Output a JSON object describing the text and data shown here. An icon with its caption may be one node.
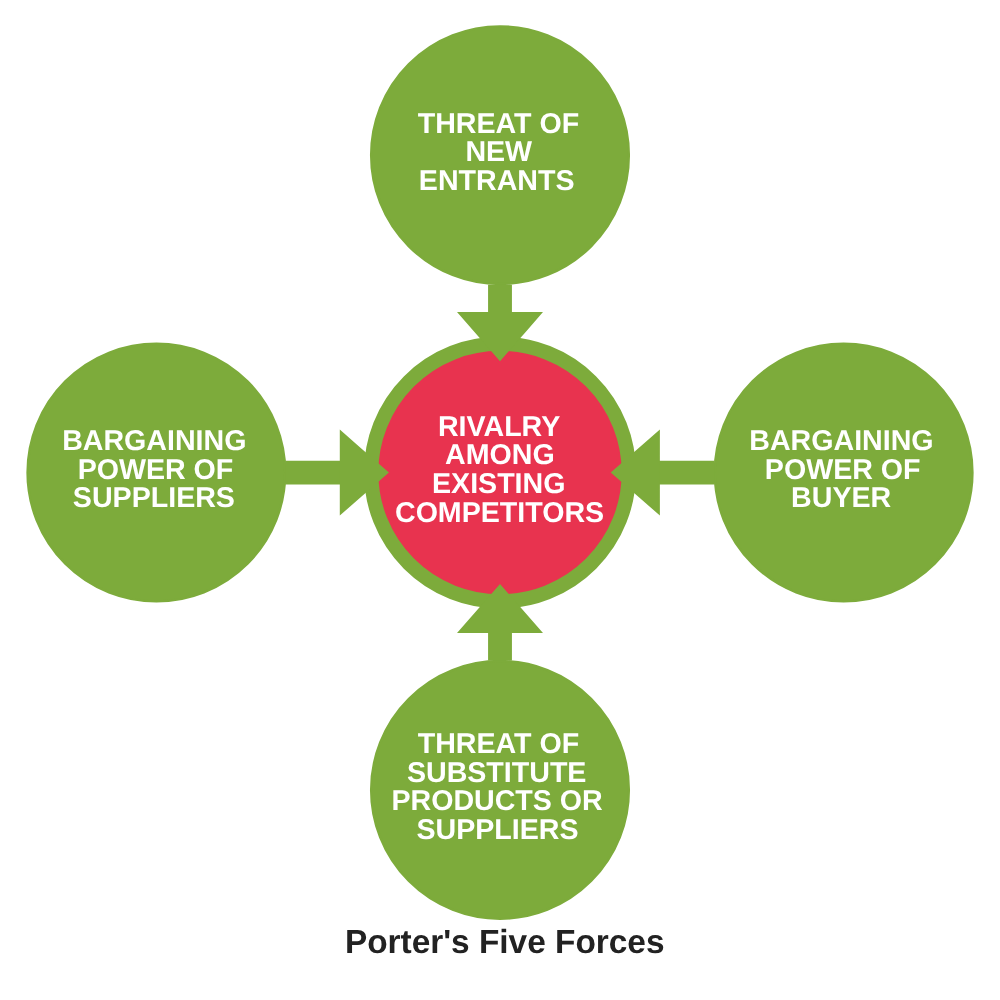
{
  "diagram": {
    "caption": "Porter's Five Forces",
    "nodes": [
      {
        "text": [
          "THREAT OF NEW ENTRANTS"
        ]
      },
      {
        "text": [
          "BARGAINING POWER OF SUPPLIERS"
        ]
      },
      {
        "text": [
          "RIVALRY AMONG EXISTING COMPETITORS"
        ]
      },
      {
        "text": [
          "BARGAINING POWER OF BUYER"
        ]
      },
      {
        "text": [
          "THREAT OF SUBSTITUTE PRODUCTS OR SUPPLIERS"
        ]
      }
    ],
    "edges": [
      {
        "from": 0,
        "to": 2,
        "arrow": "to"
      },
      {
        "from": 1,
        "to": 2,
        "arrow": "to"
      },
      {
        "from": 3,
        "to": 2,
        "arrow": "to"
      },
      {
        "from": 4,
        "to": 2,
        "arrow": "to"
      }
    ]
  }
}
